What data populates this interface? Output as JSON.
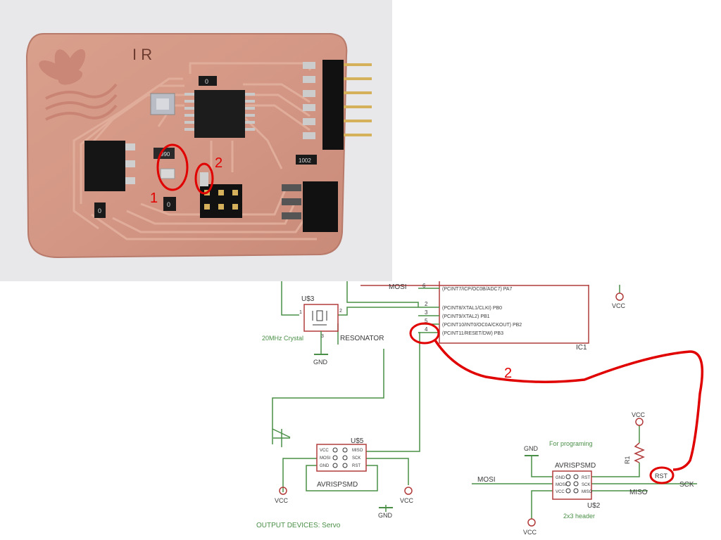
{
  "photo": {
    "board_marking": "I R",
    "callouts": [
      {
        "id": "1",
        "label": "1"
      },
      {
        "id": "2",
        "label": "2"
      }
    ],
    "parts": [
      {
        "name": "resistor-top",
        "text": "0"
      },
      {
        "name": "resistor-left",
        "text": "0"
      },
      {
        "name": "resistor-bottom",
        "text": "0"
      },
      {
        "name": "resistor-right",
        "text": "1002"
      },
      {
        "name": "resistor-mid",
        "text": "990"
      }
    ]
  },
  "schematic": {
    "ic": {
      "name": "IC1",
      "pins": [
        {
          "num": "6",
          "net": "MOSI",
          "text": "(PCINT7/ICP/OC0B/ADC7) PA7"
        },
        {
          "num": "2",
          "net": "",
          "text": "(PCINT8/XTAL1/CLKI) PB0"
        },
        {
          "num": "3",
          "net": "",
          "text": "(PCINT9/XTAL2) PB1"
        },
        {
          "num": "5",
          "net": "",
          "text": "(PCINT10/INT0/OC0A/CKOUT) PB2"
        },
        {
          "num": "4",
          "net": "",
          "text": "(PCINT11/RESET/DW) PB3"
        }
      ]
    },
    "resonator": {
      "ref": "U$3",
      "name": "RESONATOR",
      "value": "20MHz Crystal",
      "pins": [
        "1",
        "2",
        "3"
      ]
    },
    "vcc_label": "VCC",
    "gnd_label": "GND",
    "header_left": {
      "ref": "U$5",
      "name": "AVRISPSMD",
      "pins_left": [
        "VCC",
        "MOSI",
        "GND"
      ],
      "pins_right": [
        "MISO",
        "SCK",
        "RST"
      ]
    },
    "header_right": {
      "ref": "U$2",
      "name": "AVRISPSMD",
      "value": "2x3 header",
      "note": "For programing",
      "pins_left": [
        "GND",
        "MOSI",
        "VCC"
      ],
      "pins_right": [
        "RST",
        "SCK",
        "MISO"
      ]
    },
    "resistor": {
      "ref": "R1"
    },
    "nets": {
      "mosi": "MOSI",
      "miso": "MISO",
      "sck": "SCK",
      "rst": "RST"
    },
    "section_label": "OUTPUT DEVICES: Servo",
    "annotation": {
      "label": "2"
    }
  }
}
